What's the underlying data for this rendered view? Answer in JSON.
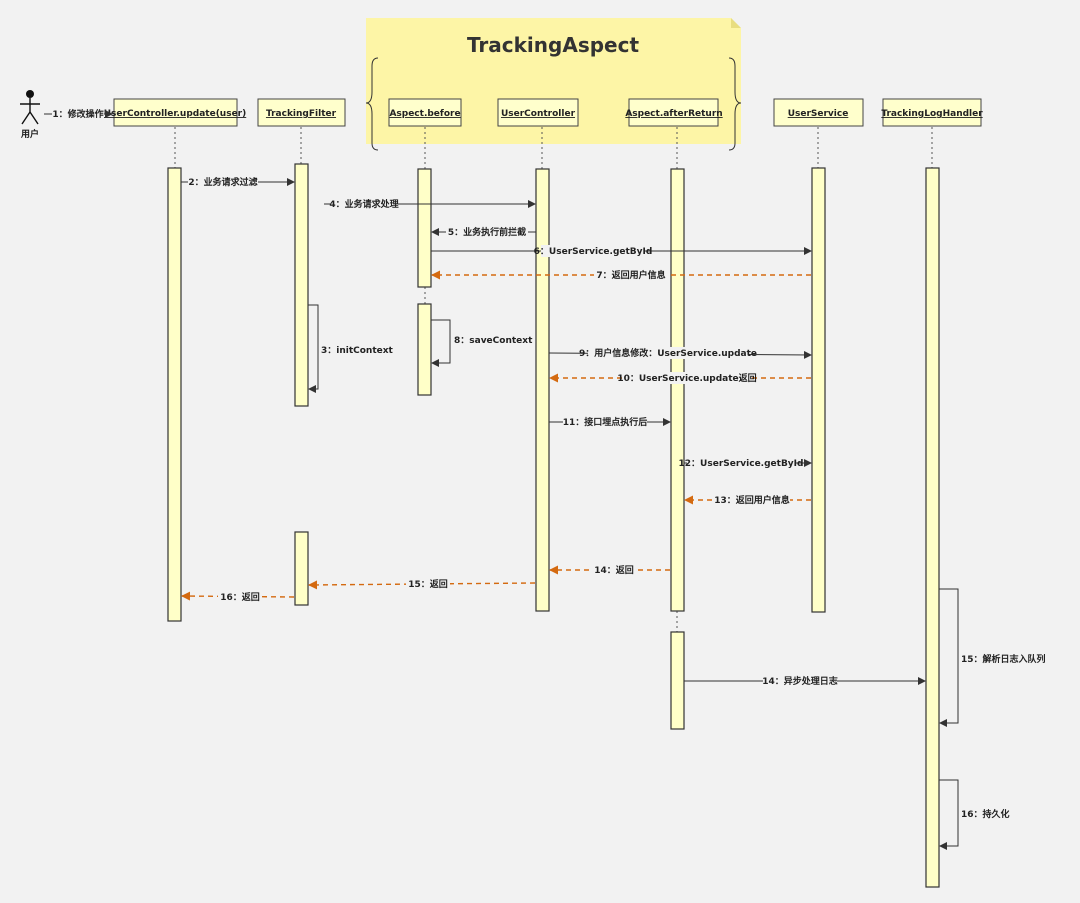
{
  "title": "TrackingAspect",
  "actor": {
    "label": "用户"
  },
  "participants": [
    {
      "id": "uc_update",
      "label": "UserController.update(user)"
    },
    {
      "id": "filter",
      "label": "TrackingFilter"
    },
    {
      "id": "before",
      "label": "Aspect.before"
    },
    {
      "id": "controller",
      "label": "UserController"
    },
    {
      "id": "after",
      "label": "Aspect.afterReturn"
    },
    {
      "id": "service",
      "label": "UserService"
    },
    {
      "id": "handler",
      "label": "TrackingLogHandler"
    }
  ],
  "messages": [
    {
      "label": "1：修改操作",
      "type": "sync"
    },
    {
      "label": "2：业务请求过滤",
      "type": "sync"
    },
    {
      "label": "3：initContext",
      "type": "self"
    },
    {
      "label": "4：业务请求处理",
      "type": "sync"
    },
    {
      "label": "5：业务执行前拦截",
      "type": "sync"
    },
    {
      "label": "6：UserService.getById",
      "type": "sync"
    },
    {
      "label": "7：返回用户信息",
      "type": "return"
    },
    {
      "label": "8：saveContext",
      "type": "self"
    },
    {
      "label": "9：用户信息修改：UserService.update",
      "type": "sync"
    },
    {
      "label": "10：UserService.update返回",
      "type": "return"
    },
    {
      "label": "11：接口埋点执行后",
      "type": "sync"
    },
    {
      "label": "12：UserService.getById",
      "type": "sync"
    },
    {
      "label": "13：返回用户信息",
      "type": "return"
    },
    {
      "label": "14：返回",
      "type": "return"
    },
    {
      "label": "15：返回",
      "type": "return"
    },
    {
      "label": "16：返回",
      "type": "return"
    },
    {
      "label": "14：异步处理日志",
      "type": "sync"
    },
    {
      "label": "15：解析日志入队列",
      "type": "self"
    },
    {
      "label": "16：持久化",
      "type": "self"
    }
  ],
  "colors": {
    "note": "#fdf5a6",
    "activation": "#ffffc8",
    "return_arrow": "#d46a10",
    "background": "#f2f2f2"
  }
}
